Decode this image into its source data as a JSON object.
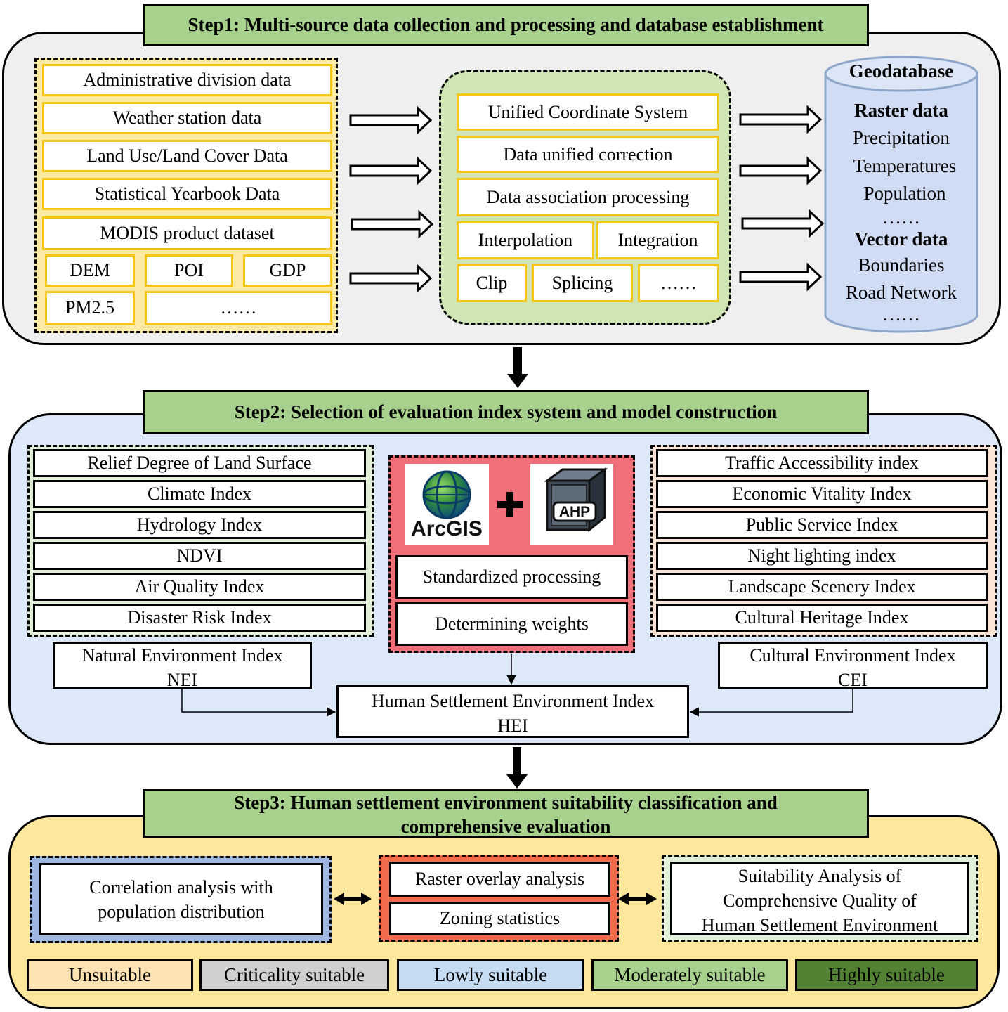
{
  "step1": {
    "title": "Step1: Multi-source data collection and processing and database establishment",
    "sources": [
      "Administrative division data",
      "Weather station data",
      "Land Use/Land Cover Data",
      "Statistical Yearbook Data",
      "MODIS product dataset"
    ],
    "small_sources": [
      "DEM",
      "POI",
      "GDP",
      "PM2.5",
      "……"
    ],
    "processing": [
      "Unified Coordinate System",
      "Data unified correction",
      "Data association processing"
    ],
    "processing_pair1": [
      "Interpolation",
      "Integration"
    ],
    "processing_trio": [
      "Clip",
      "Splicing",
      "……"
    ],
    "geodatabase": {
      "title": "Geodatabase",
      "raster_heading": "Raster data",
      "raster_items": [
        "Precipitation",
        "Temperatures",
        "Population",
        "……"
      ],
      "vector_heading": "Vector data",
      "vector_items": [
        "Boundaries",
        "Road Network",
        "……"
      ]
    }
  },
  "step2": {
    "title": "Step2: Selection of evaluation index system and model construction",
    "natural_indices": [
      "Relief Degree of Land Surface",
      "Climate Index",
      "Hydrology Index",
      "NDVI",
      "Air Quality Index",
      "Disaster Risk Index"
    ],
    "natural_label": {
      "line1": "Natural Environment Index",
      "line2": "NEI"
    },
    "cultural_indices": [
      "Traffic Accessibility index",
      "Economic Vitality Index",
      "Public Service Index",
      "Night lighting index",
      "Landscape Scenery Index",
      "Cultural Heritage Index"
    ],
    "cultural_label": {
      "line1": "Cultural Environment Index",
      "line2": "CEI"
    },
    "arcgis_label": "ArcGIS",
    "ahp_label": "AHP",
    "methods": [
      "Standardized processing",
      "Determining weights"
    ],
    "hei": {
      "line1": "Human Settlement Environment Index",
      "line2": "HEI"
    }
  },
  "step3": {
    "title_line1": "Step3: Human settlement environment suitability classification and",
    "title_line2": "comprehensive evaluation",
    "left_box": {
      "line1": "Correlation analysis with",
      "line2": "population distribution"
    },
    "center_items": [
      "Raster overlay analysis",
      "Zoning statistics"
    ],
    "right_box": {
      "line1": "Suitability Analysis of",
      "line2": "Comprehensive Quality of",
      "line3": "Human Settlement Environment"
    },
    "legend": [
      {
        "label": "Unsuitable",
        "color": "#fde2b4"
      },
      {
        "label": "Criticality suitable",
        "color": "#d0d0d0"
      },
      {
        "label": "Lowly suitable",
        "color": "#c5dcf2"
      },
      {
        "label": "Moderately suitable",
        "color": "#a9d18e"
      },
      {
        "label": "Highly suitable",
        "color": "#548235"
      }
    ]
  },
  "colors": {
    "step1_panel": "#efefef",
    "step2_panel": "#dde9f8",
    "step3_panel": "#fce79c",
    "title_green": "#a9d18e",
    "yellow_border": "#f5c518",
    "process_fill": "#cfe6b4",
    "geodatabase_fill": "#cfdcf3",
    "model_red": "#f06f78",
    "orange_red": "#f26b4a"
  }
}
